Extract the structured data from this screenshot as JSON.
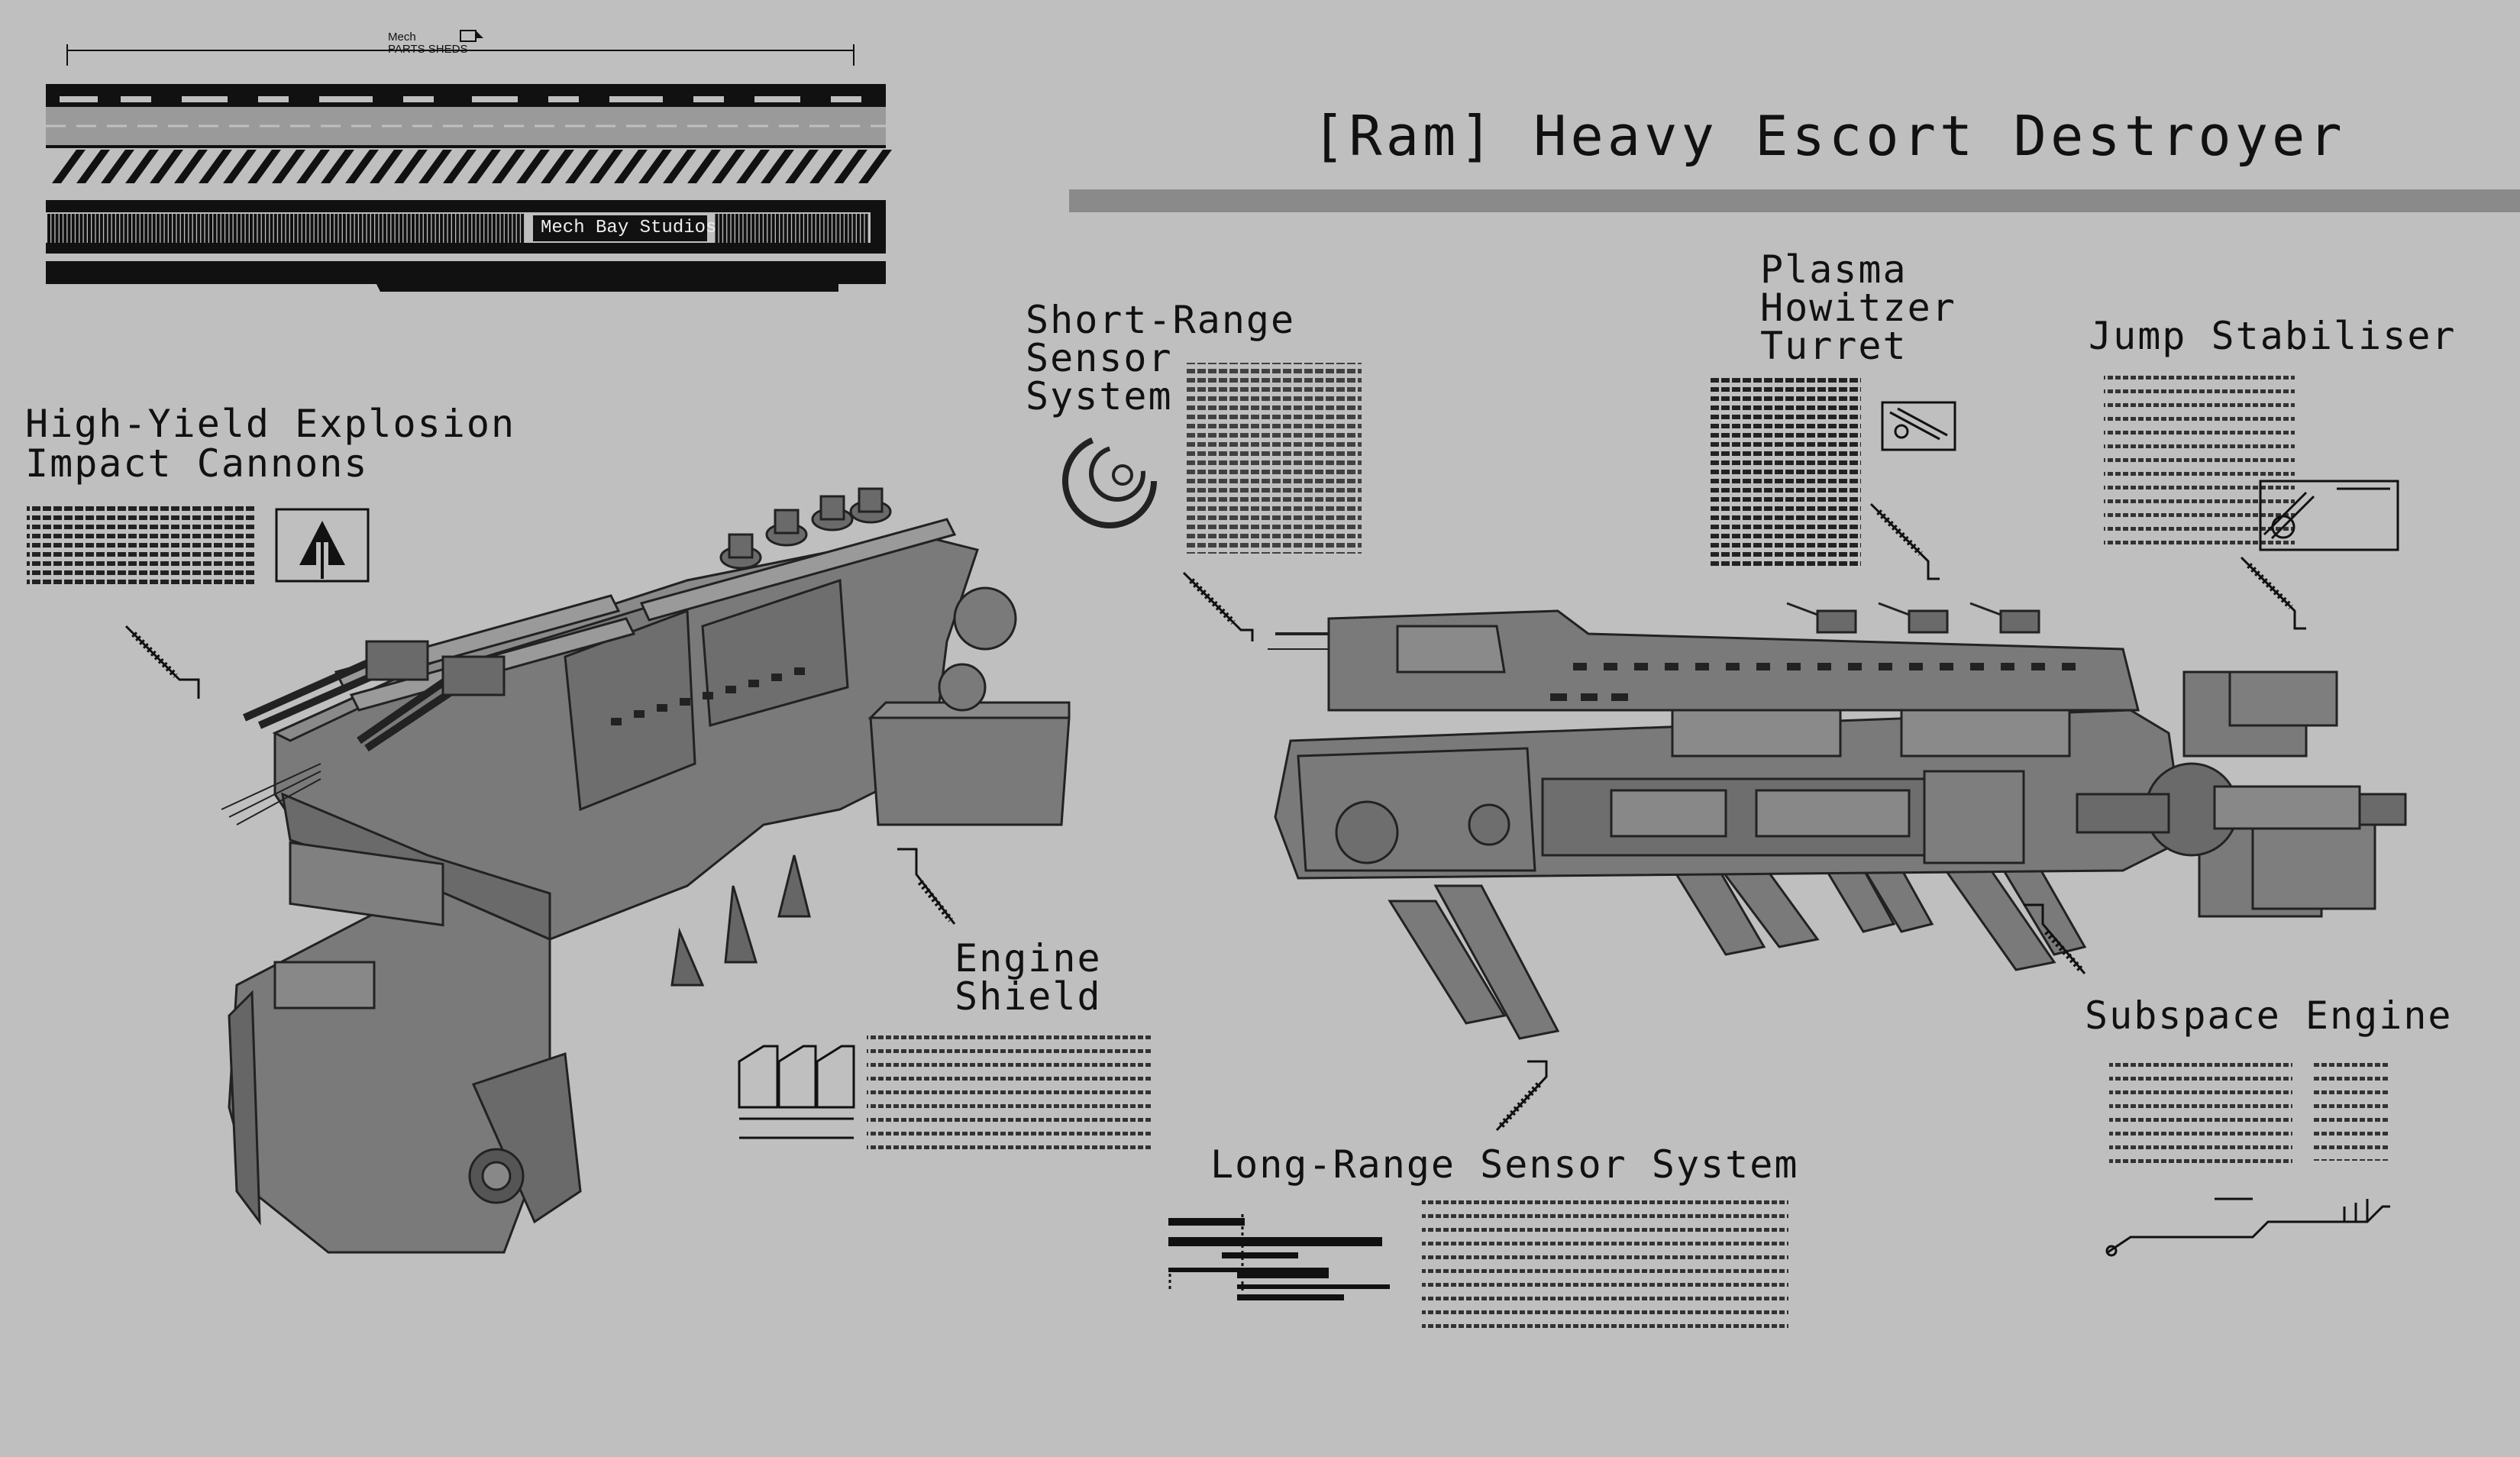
{
  "title": "[Ram] Heavy Escort Destroyer",
  "logo": {
    "studio": "Mech Bay Studios",
    "top_small_1": "Mech",
    "top_small_2": "PARTS SHEDS"
  },
  "labels": {
    "cannons_1": "High-Yield Explosion",
    "cannons_2": "Impact Cannons",
    "short_sensor_1": "Short-Range",
    "short_sensor_2": "Sensor",
    "short_sensor_3": "System",
    "howitzer_1": "Plasma",
    "howitzer_2": "Howitzer",
    "howitzer_3": "Turret",
    "jump": "Jump Stabiliser",
    "engine_shield_1": "Engine",
    "engine_shield_2": "Shield",
    "subspace": "Subspace Engine",
    "long_sensor": "Long-Range Sensor System"
  },
  "colors": {
    "background": "#bfbfbf",
    "hull": "#7a7a7a",
    "hull_dark": "#5a5a5a",
    "ink": "#111111",
    "rule": "#8a8a8a"
  },
  "icons": [
    "up-arrow-icon",
    "radar-icon",
    "turret-schematic-icon",
    "stabiliser-schematic-icon",
    "shield-panel-icon",
    "circuit-icon"
  ]
}
